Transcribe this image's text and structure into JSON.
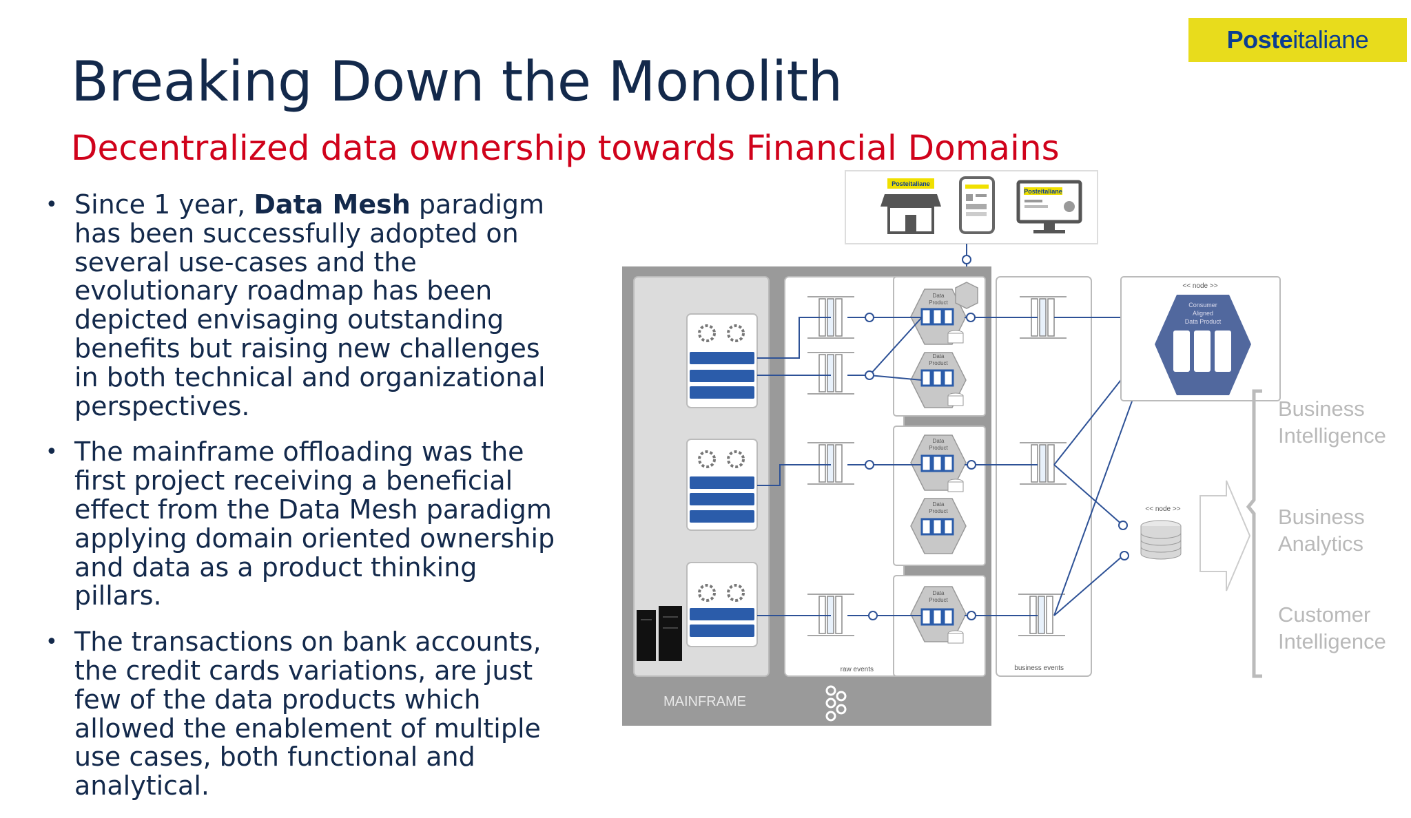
{
  "logo": {
    "bold": "Poste",
    "light": "italiane"
  },
  "title": "Breaking Down the Monolith",
  "subtitle": "Decentralized data ownership towards Financial Domains",
  "bullets": [
    {
      "pre": "Since 1 year, ",
      "bold": "Data Mesh",
      "post": " paradigm has been successfully adopted on several use-cases and the evolutionary roadmap has been depicted envisaging outstanding benefits but raising new challenges in both technical and organizational perspectives."
    },
    {
      "pre": "The mainframe offloading was the first project receiving a beneficial effect from the Data Mesh paradigm applying domain oriented ownership and data as a product thinking pillars.",
      "bold": "",
      "post": ""
    },
    {
      "pre": "The transactions on bank accounts, the credit cards variations, are just few of the data products which allowed the enablement of multiple use cases, both functional and analytical.",
      "bold": "",
      "post": ""
    }
  ],
  "diagram": {
    "mainframe_label": "MAINFRAME",
    "raw_events_label": "raw events",
    "business_events_label": "business events",
    "data_product_label_1": "Data",
    "data_product_label_2": "Product",
    "node_label": "<< node >>",
    "consumer_label_1": "Consumer",
    "consumer_label_2": "Aligned",
    "consumer_label_3": "Data Product",
    "channel_logo": "Posteitaliane",
    "uses": [
      {
        "line1": "Business",
        "line2": "Intelligence"
      },
      {
        "line1": "Business",
        "line2": "Analytics"
      },
      {
        "line1": "Customer",
        "line2": "Intelligence"
      }
    ]
  },
  "colors": {
    "title": "#13294b",
    "subtitle": "#d0021b",
    "logo_bg": "#e8dc1c",
    "accent_blue": "#2b5caa",
    "line_blue": "#2d5196"
  }
}
